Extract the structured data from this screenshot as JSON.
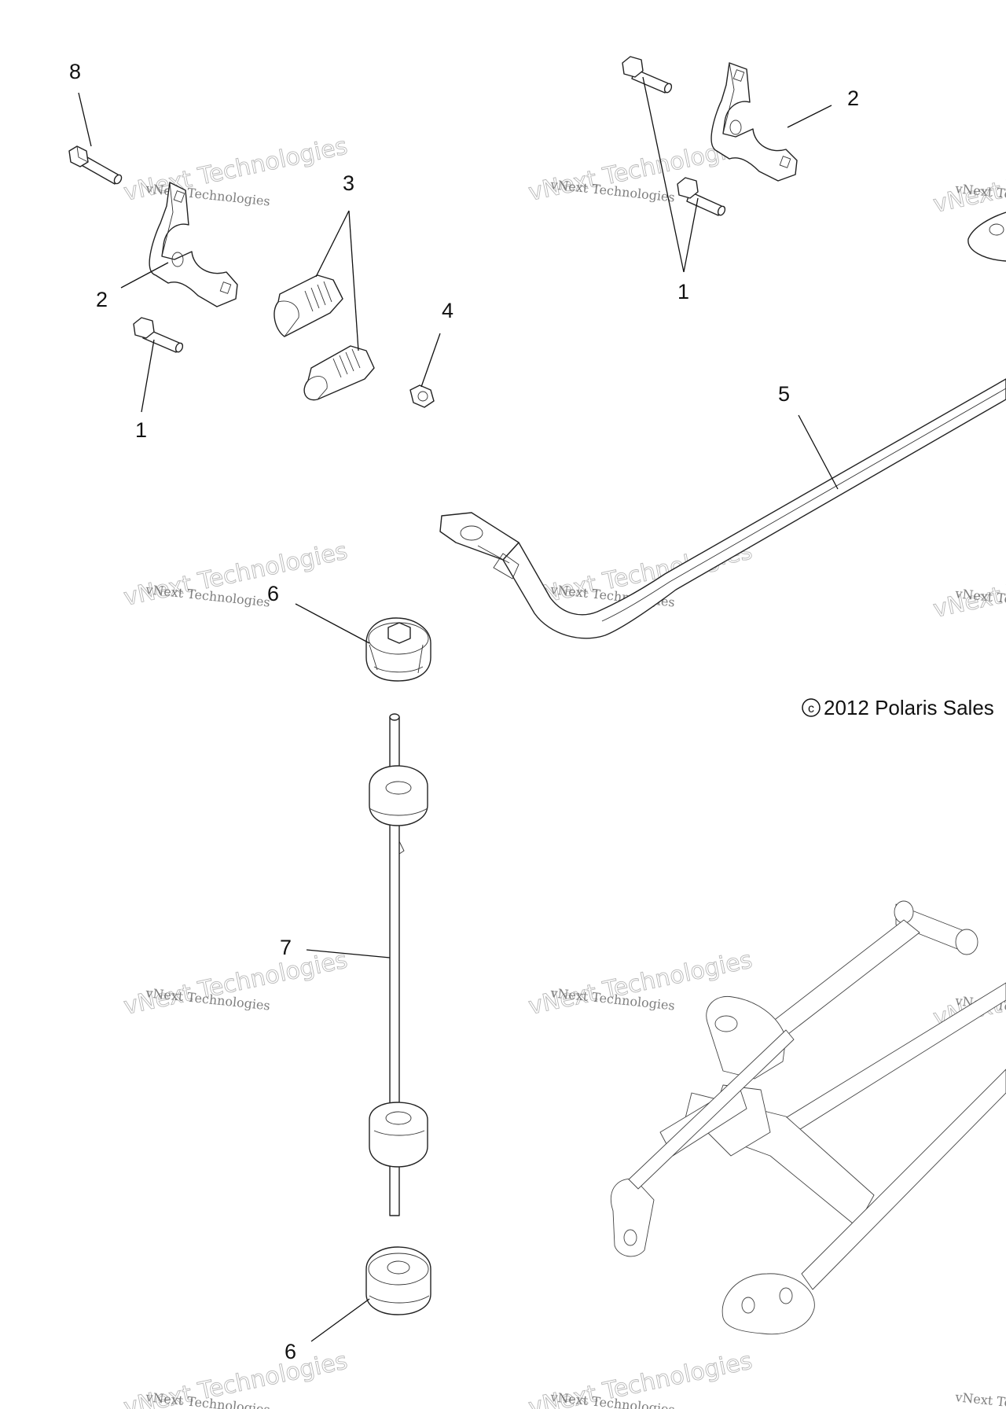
{
  "callouts": {
    "c8": "8",
    "c2_left": "2",
    "c3": "3",
    "c4": "4",
    "c1_left": "1",
    "c1_right": "1",
    "c2_right": "2",
    "c5": "5",
    "c6_top": "6",
    "c7": "7",
    "c6_bottom": "6"
  },
  "copyright": {
    "symbol": "c",
    "text": "2012 Polaris Sales"
  },
  "watermark": {
    "line1": "vNext Technologies",
    "line2": "vNext Technologies"
  }
}
